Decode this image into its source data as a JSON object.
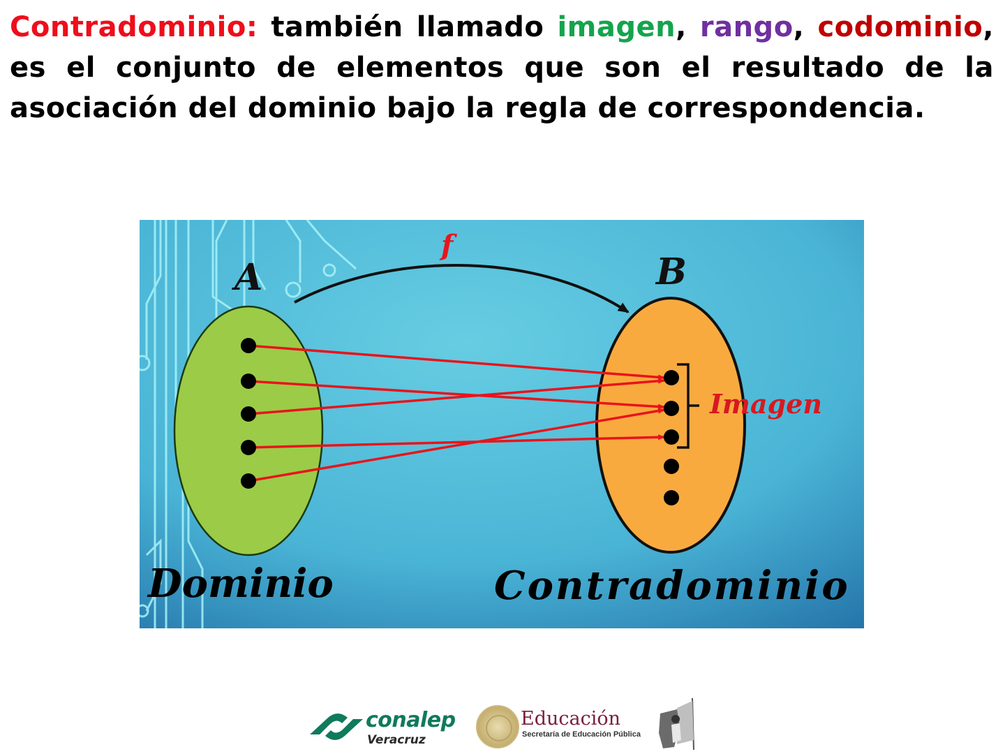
{
  "definition": {
    "term": "Contradominio:",
    "intro": " también llamado ",
    "synonyms": [
      {
        "text": "imagen",
        "color": "#14a44d"
      },
      {
        "text": "rango",
        "color": "#7030a0"
      },
      {
        "text": "codominio",
        "color": "#c00000"
      }
    ],
    "sep1": ", ",
    "sep2": ", ",
    "sep3": ", ",
    "body": "es el conjunto de elementos que son el resultado de la asociación del dominio bajo la regla de correspondencia."
  },
  "diagram": {
    "function_label": "f",
    "set_a_label": "A",
    "set_b_label": "B",
    "domain_caption": "Dominio",
    "codomain_caption": "Contradominio",
    "image_label": "Imagen",
    "colors": {
      "background_light": "#63cbe0",
      "background_dark": "#2a7fb0",
      "set_a_fill": "#9ccb48",
      "set_b_fill": "#f9aa3f",
      "arrow": "#e8141b",
      "label_red": "#d7191f"
    },
    "domain_points": 5,
    "codomain_points": 5,
    "mappings": [
      {
        "from": 1,
        "to": 1
      },
      {
        "from": 2,
        "to": 2
      },
      {
        "from": 3,
        "to": 1
      },
      {
        "from": 4,
        "to": 3
      },
      {
        "from": 5,
        "to": 2
      }
    ]
  },
  "footer": {
    "logos": [
      {
        "name": "conalep",
        "text": "conalep",
        "subtext": "Veracruz"
      },
      {
        "name": "educacion",
        "text": "Educación",
        "subtext": "Secretaría de Educación Pública"
      },
      {
        "name": "state-emblem",
        "text": ""
      }
    ]
  }
}
